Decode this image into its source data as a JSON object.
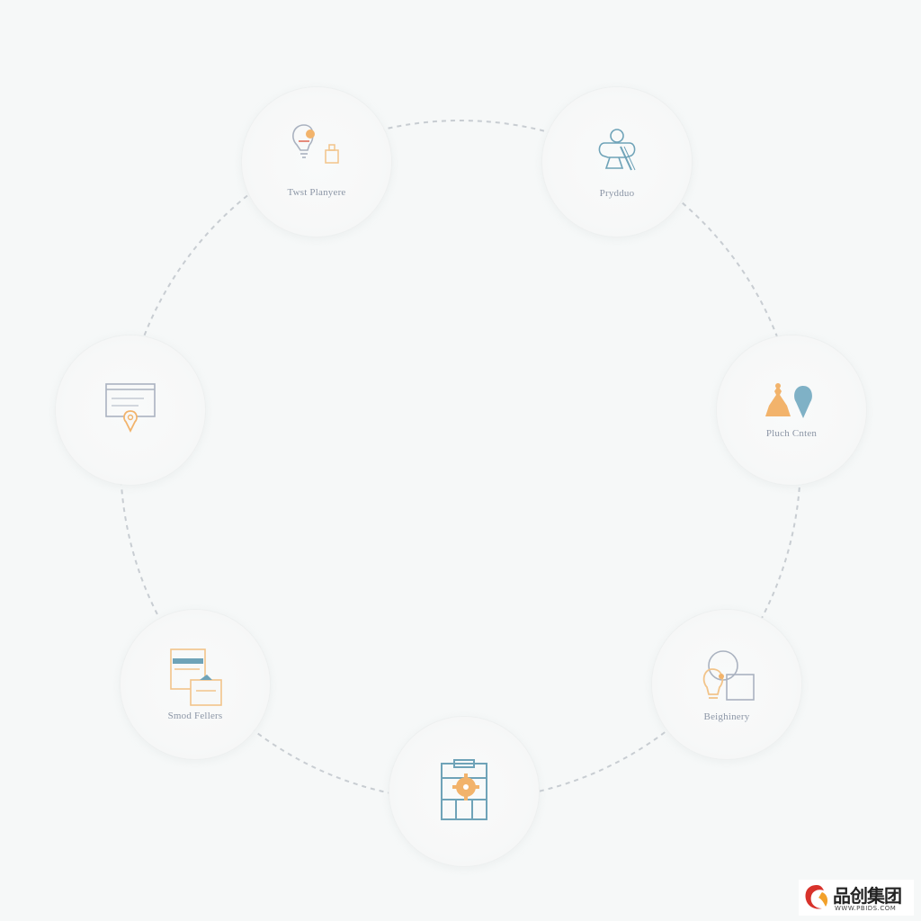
{
  "nodes": [
    {
      "label": "Twst Planyere",
      "icon": "lightbulb-icon"
    },
    {
      "label": "Prydduo",
      "icon": "person-pencil-icon"
    },
    {
      "label": "Pluch Cnten",
      "icon": "pin-shapes-icon"
    },
    {
      "label": "Beighinery",
      "icon": "bulb-square-icon"
    },
    {
      "label": "",
      "icon": "clipboard-gear-icon"
    },
    {
      "label": "Smod Fellers",
      "icon": "cards-icon"
    },
    {
      "label": "",
      "icon": "window-pin-icon"
    }
  ],
  "logo": {
    "name": "品创集团",
    "url": "WWW.PBIDS.COM"
  },
  "colors": {
    "blue": "#6fa3b8",
    "orange": "#f2b36b",
    "gray": "#aab2c0",
    "ring": "#c8cdd2"
  }
}
